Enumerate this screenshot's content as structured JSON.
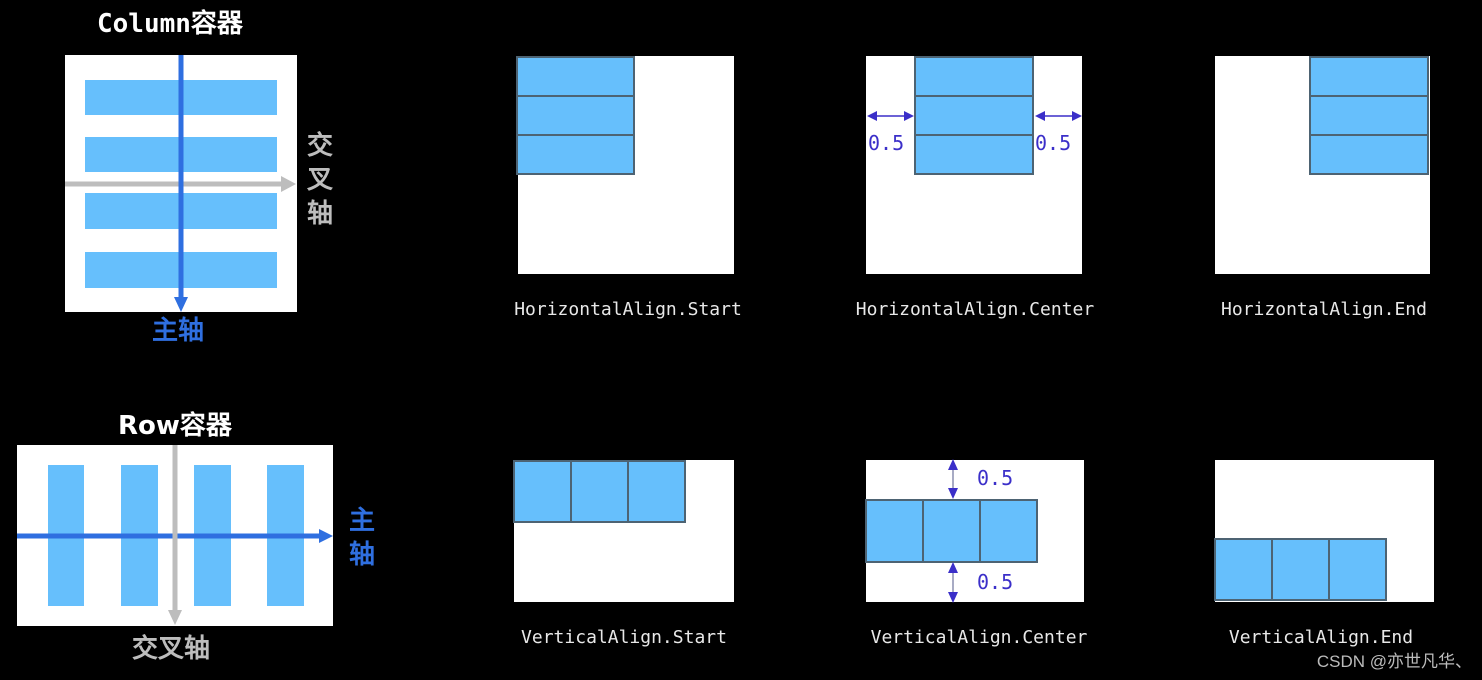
{
  "colors": {
    "background": "#000000",
    "container": "#ffffff",
    "child": "#66bffc",
    "child_border": "#4d6373",
    "main_axis": "#2f6fe0",
    "cross_axis": "#bdbdbd",
    "dimension": "#3b2fc9",
    "caption": "#e8e8e8"
  },
  "column_container": {
    "title": "Column容器",
    "main_axis_label": "主轴",
    "cross_axis_label": "交叉轴",
    "child_count": 4
  },
  "row_container": {
    "title": "Row容器",
    "main_axis_label": "主轴",
    "cross_axis_label": "交叉轴",
    "child_count": 4
  },
  "horizontal_align": [
    {
      "caption": "HorizontalAlign.Start",
      "alignment": "start",
      "children": 3
    },
    {
      "caption": "HorizontalAlign.Center",
      "alignment": "center",
      "children": 3,
      "left_gap_label": "0.5",
      "right_gap_label": "0.5"
    },
    {
      "caption": "HorizontalAlign.End",
      "alignment": "end",
      "children": 3
    }
  ],
  "vertical_align": [
    {
      "caption": "VerticalAlign.Start",
      "alignment": "start",
      "children": 3
    },
    {
      "caption": "VerticalAlign.Center",
      "alignment": "center",
      "children": 3,
      "top_gap_label": "0.5",
      "bottom_gap_label": "0.5"
    },
    {
      "caption": "VerticalAlign.End",
      "alignment": "end",
      "children": 3
    }
  ],
  "watermark": "CSDN @亦世凡华、"
}
